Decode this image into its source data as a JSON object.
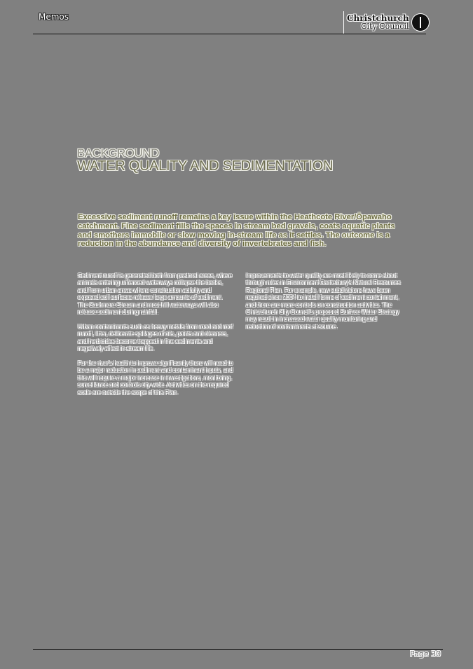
{
  "header": {
    "label": "Memos",
    "logo": {
      "line1": "Christchurch",
      "line2": "City Council",
      "emblem_icon": "council-emblem-icon"
    }
  },
  "content": {
    "section_label": "BACKGROUND",
    "title": "WATER QUALITY AND SEDIMENTATION",
    "lead": "Excessive sediment runoff remains a key issue within the Heathcote River/Ōpawaho catchment. Fine sediment fills the spaces in stream bed gravels, coats aquatic plants and smothers immobile or slow moving in-stream life as it settles. The outcome is a reduction in the abundance and diversity of invertebrates and fish.",
    "left_column": [
      "Sediment runoff is generated both from pastoral areas, where animals entering unfenced waterways collapse the banks, and from urban areas where construction activity and exposed soil surfaces release large amounts of sediment. The Cashmere Stream and most hill waterways will also release sediment during rainfall.",
      "Urban contaminants such as heavy metals from road and roof runoff, litter, deliberate spillages of oils, paints and cleaners, and herbicides become trapped in fine sediments and negatively affect in-stream life.",
      "For the river's health to improve significantly there will need to be a major reduction in sediment and contaminant inputs, and this will require a major increase in investigations, monitoring, surveillance and controls city-wide. Activities on the required scale are outside the scope of this Plan."
    ],
    "right_column": [
      "Improvements to water quality are most likely to come about through rules in Environment Canterbury's Natural Resources Regional Plan. For example, new subdivisions have been required since 2004 to install forms of sediment containment, and there are more controls on construction activities. The Christchurch City Council's proposed Surface Water Strategy may result in increased water quality monitoring and reduction of contaminants at source."
    ]
  },
  "footer": {
    "page_number": "Page 30"
  }
}
